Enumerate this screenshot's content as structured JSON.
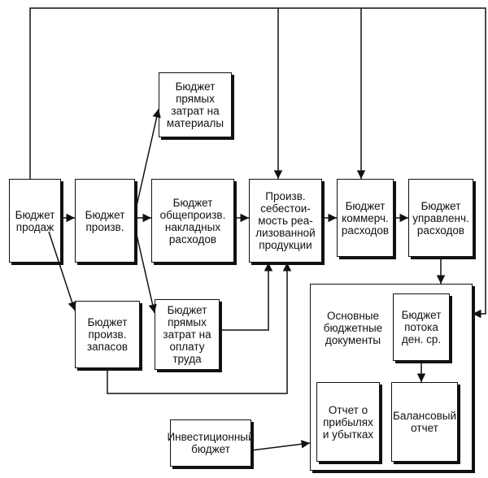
{
  "nodes": {
    "sales": "Бюджет\nпродаж",
    "production": "Бюджет\nпроизв.",
    "materials": "Бюджет\nпрямых\nзатрат на\nматериалы",
    "overhead": "Бюджет\nобщепроизв.\nнакладных\nрасходов",
    "labor": "Бюджет\nпрямых\nзатрат на\nоплату\nтруда",
    "inventory": "Бюджет\nпроизв.\nзапасов",
    "cogs": "Произв.\nсебестои-\nмость реа-\nлизованной\nпродукции",
    "commercial": "Бюджет\nкоммерч.\nрасходов",
    "admin": "Бюджет\nуправленч.\nрасходов",
    "cashflow": "Бюджет\nпотока\nден. ср.",
    "pnl": "Отчет о\nприбылях\nи убытках",
    "balance": "Балансовый\nотчет",
    "investment": "Инвестиционный\nбюджет"
  },
  "group_label": "Основные\nбюджетные\nдокументы"
}
